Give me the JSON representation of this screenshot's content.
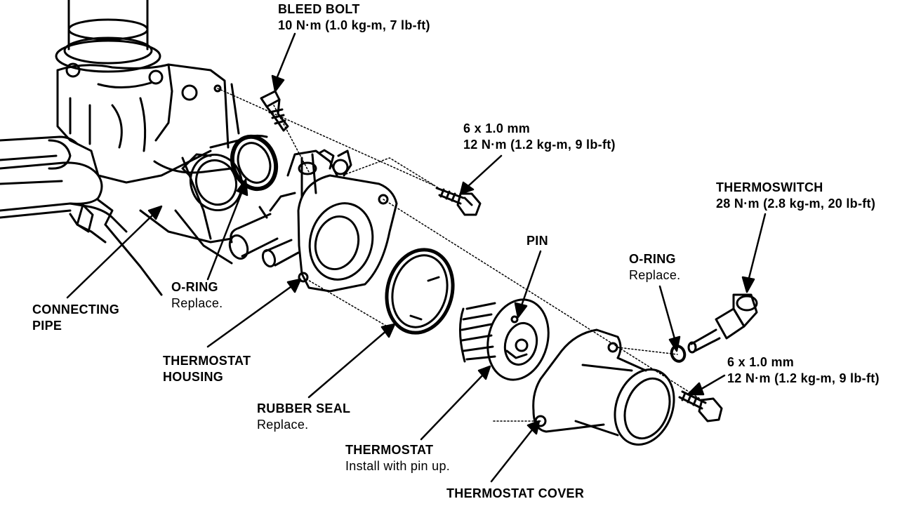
{
  "labels": {
    "bleed_bolt": {
      "title": "BLEED BOLT",
      "spec": "10 N·m (1.0 kg-m, 7 lb-ft)"
    },
    "bolt_upper": {
      "size": "6 x 1.0 mm",
      "spec": "12 N·m (1.2 kg-m, 9 lb-ft)"
    },
    "thermoswitch": {
      "title": "THERMOSWITCH",
      "spec": "28 N·m (2.8 kg-m, 20 lb-ft)"
    },
    "pin": {
      "title": "PIN"
    },
    "oring_right": {
      "title": "O-RING",
      "note": "Replace."
    },
    "oring_left": {
      "title": "O-RING",
      "note": "Replace."
    },
    "connecting_pipe": {
      "line1": "CONNECTING",
      "line2": "PIPE"
    },
    "thermostat_housing": {
      "line1": "THERMOSTAT",
      "line2": "HOUSING"
    },
    "rubber_seal": {
      "title": "RUBBER SEAL",
      "note": "Replace."
    },
    "thermostat": {
      "title": "THERMOSTAT",
      "note": "Install with pin up."
    },
    "thermostat_cover": {
      "title": "THERMOSTAT COVER"
    },
    "bolt_lower": {
      "size": "6 x 1.0 mm",
      "spec": "12 N·m (1.2 kg-m, 9 lb-ft)"
    }
  }
}
